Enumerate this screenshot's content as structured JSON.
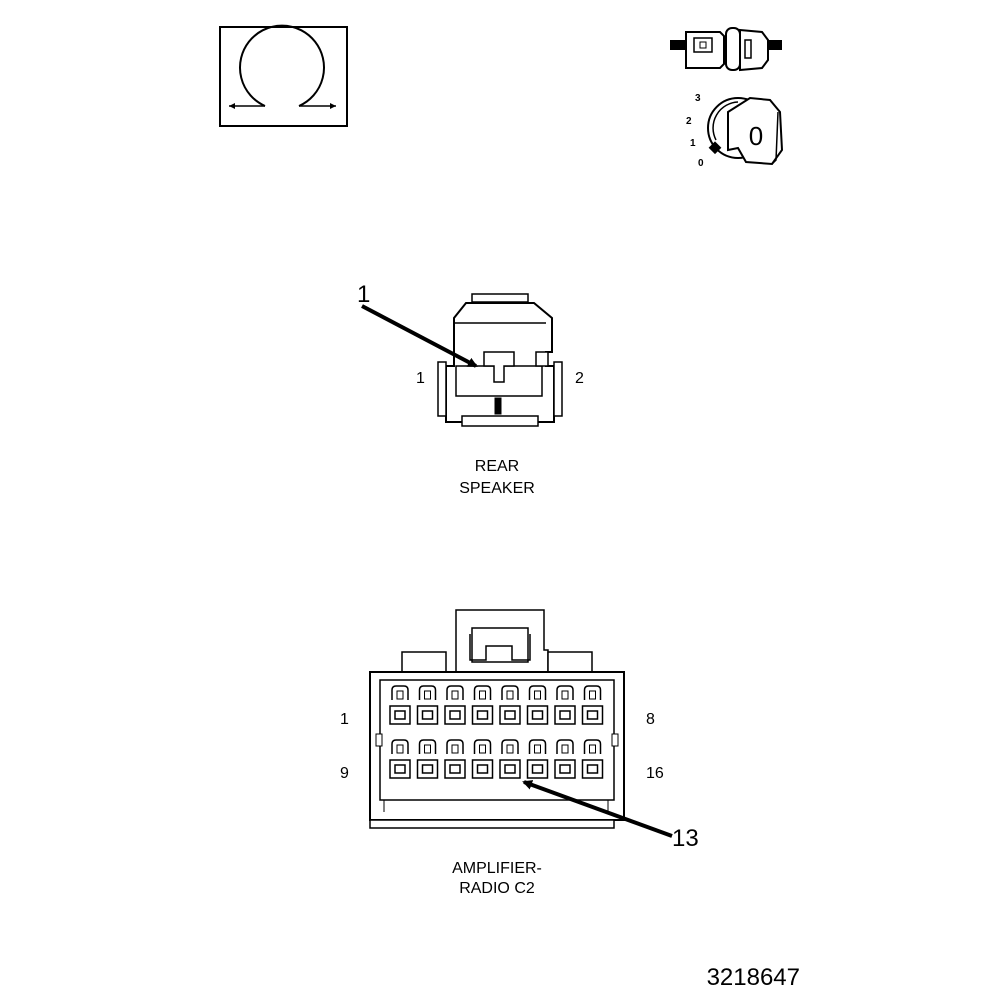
{
  "ohmmeter_icon": {
    "icon": "ohm-omega-icon"
  },
  "ignition_icon": {
    "connector_icon": "disconnect-connector-icon",
    "key_icon": "ignition-key-icon",
    "positions": [
      "3",
      "2",
      "1",
      "0"
    ],
    "key_label": "0"
  },
  "rear_speaker": {
    "caption_line1": "REAR",
    "caption_line2": "SPEAKER",
    "pin_left": "1",
    "pin_right": "2",
    "callout": "1"
  },
  "amplifier_radio": {
    "caption_line1": "AMPLIFIER-",
    "caption_line2": "RADIO C2",
    "row1_left": "1",
    "row1_right": "8",
    "row2_left": "9",
    "row2_right": "16",
    "callout": "13",
    "pin_count": 16
  },
  "figure_number": "3218647",
  "colors": {
    "line": "#000000",
    "background": "#ffffff"
  }
}
